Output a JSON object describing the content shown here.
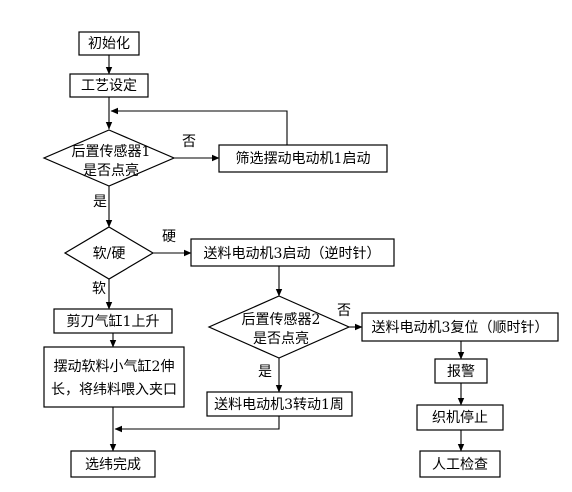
{
  "nodes": {
    "init": "初始化",
    "process_setting": "工艺设定",
    "rear_sensor_1_line1": "后置传感器1",
    "rear_sensor_1_line2": "是否点亮",
    "screen_motor_start": "筛选摆动电动机1启动",
    "soft_hard": "软/硬",
    "feed_motor_start": "送料电动机3启动（逆时针）",
    "cutter_cylinder_up": "剪刀气缸1上升",
    "rear_sensor_2_line1": "后置传感器2",
    "rear_sensor_2_line2": "是否点亮",
    "feed_motor_reset": "送料电动机3复位（顺时针）",
    "swing_cylinder_line1": "摆动软料小气缸2伸",
    "swing_cylinder_line2": "长，将纬料喂入夹口",
    "alarm": "报警",
    "feed_motor_rotate": "送料电动机3转动1周",
    "loom_stop": "织机停止",
    "weft_select_done": "选纬完成",
    "manual_check": "人工检查"
  },
  "edge_labels": {
    "sensor1_no": "否",
    "sensor1_yes": "是",
    "hard": "硬",
    "soft": "软",
    "sensor2_no": "否",
    "sensor2_yes": "是"
  }
}
